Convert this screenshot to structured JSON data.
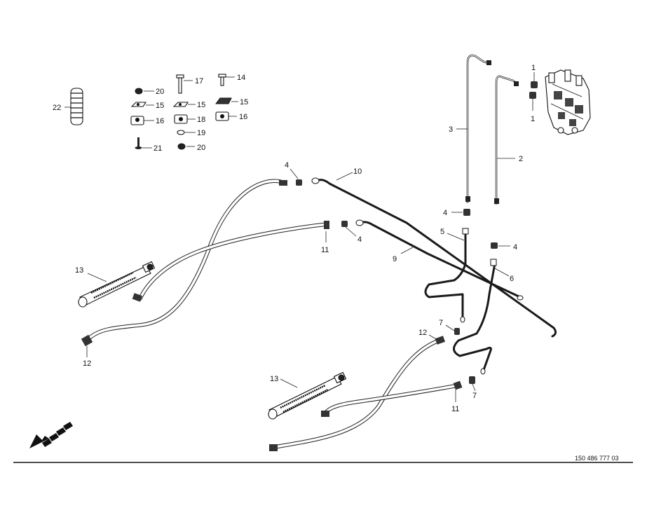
{
  "drawing": {
    "document_number": "150 486 777 03"
  },
  "callouts": {
    "c1a": "1",
    "c1b": "1",
    "c2": "2",
    "c3": "3",
    "c4a": "4",
    "c4b": "4",
    "c4c": "4",
    "c4d": "4",
    "c5": "5",
    "c6": "6",
    "c7a": "7",
    "c7b": "7",
    "c9": "9",
    "c10": "10",
    "c11a": "11",
    "c11b": "11",
    "c12a": "12",
    "c12b": "12",
    "c13a": "13",
    "c13b": "13",
    "c14": "14",
    "c15a": "15",
    "c15b": "15",
    "c15c": "15",
    "c16a": "16",
    "c16b": "16",
    "c17": "17",
    "c18": "18",
    "c19": "19",
    "c20a": "20",
    "c20b": "20",
    "c21": "21",
    "c22": "22"
  },
  "icons": {
    "direction_arrow": "travel-direction-arrow-icon",
    "valve_block": "control-valve-block-icon"
  }
}
